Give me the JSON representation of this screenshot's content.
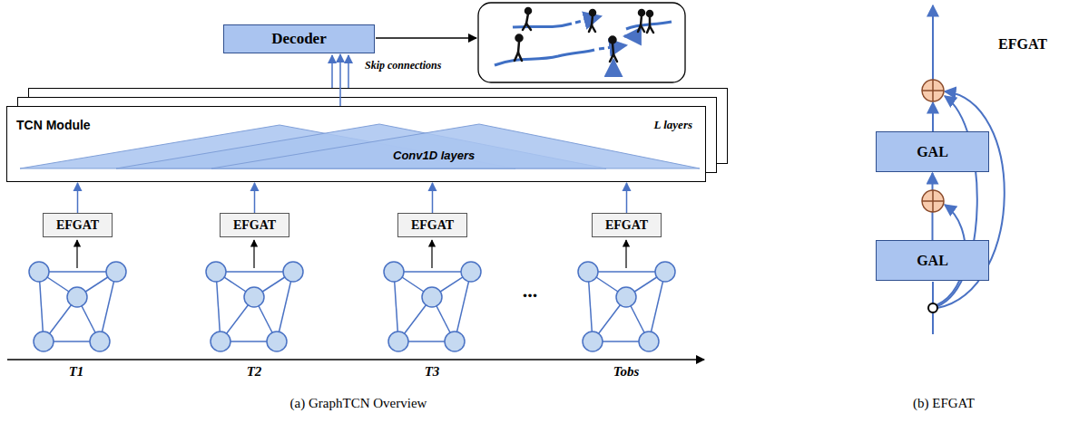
{
  "diagram": {
    "nodes": [
      {
        "text": [
          "Decoder"
        ]
      },
      {
        "text": [
          "TCN Module",
          "L layers",
          "Conv1D layers"
        ]
      },
      {
        "text": [
          "EFGAT"
        ]
      },
      {
        "text": [
          "EFGAT"
        ]
      },
      {
        "text": [
          "EFGAT"
        ]
      },
      {
        "text": [
          "EFGAT"
        ]
      },
      {
        "text": [
          "GAL"
        ]
      },
      {
        "text": [
          "GAL"
        ]
      }
    ],
    "edges": [
      {
        "from": 2,
        "to": 1,
        "arrow": "to"
      },
      {
        "from": 3,
        "to": 1,
        "arrow": "to"
      },
      {
        "from": 4,
        "to": 1,
        "arrow": "to"
      },
      {
        "from": 5,
        "to": 1,
        "arrow": "to"
      },
      {
        "from": 1,
        "to": 0,
        "label": "Skip connections",
        "arrow": "to"
      },
      {
        "from": 7,
        "to": 6,
        "arrow": "to"
      }
    ],
    "labels": [
      "T1",
      "T2",
      "T3",
      "Tobs",
      "...",
      "(a) GraphTCN Overview",
      "EFGAT",
      "(b) EFGAT"
    ]
  }
}
